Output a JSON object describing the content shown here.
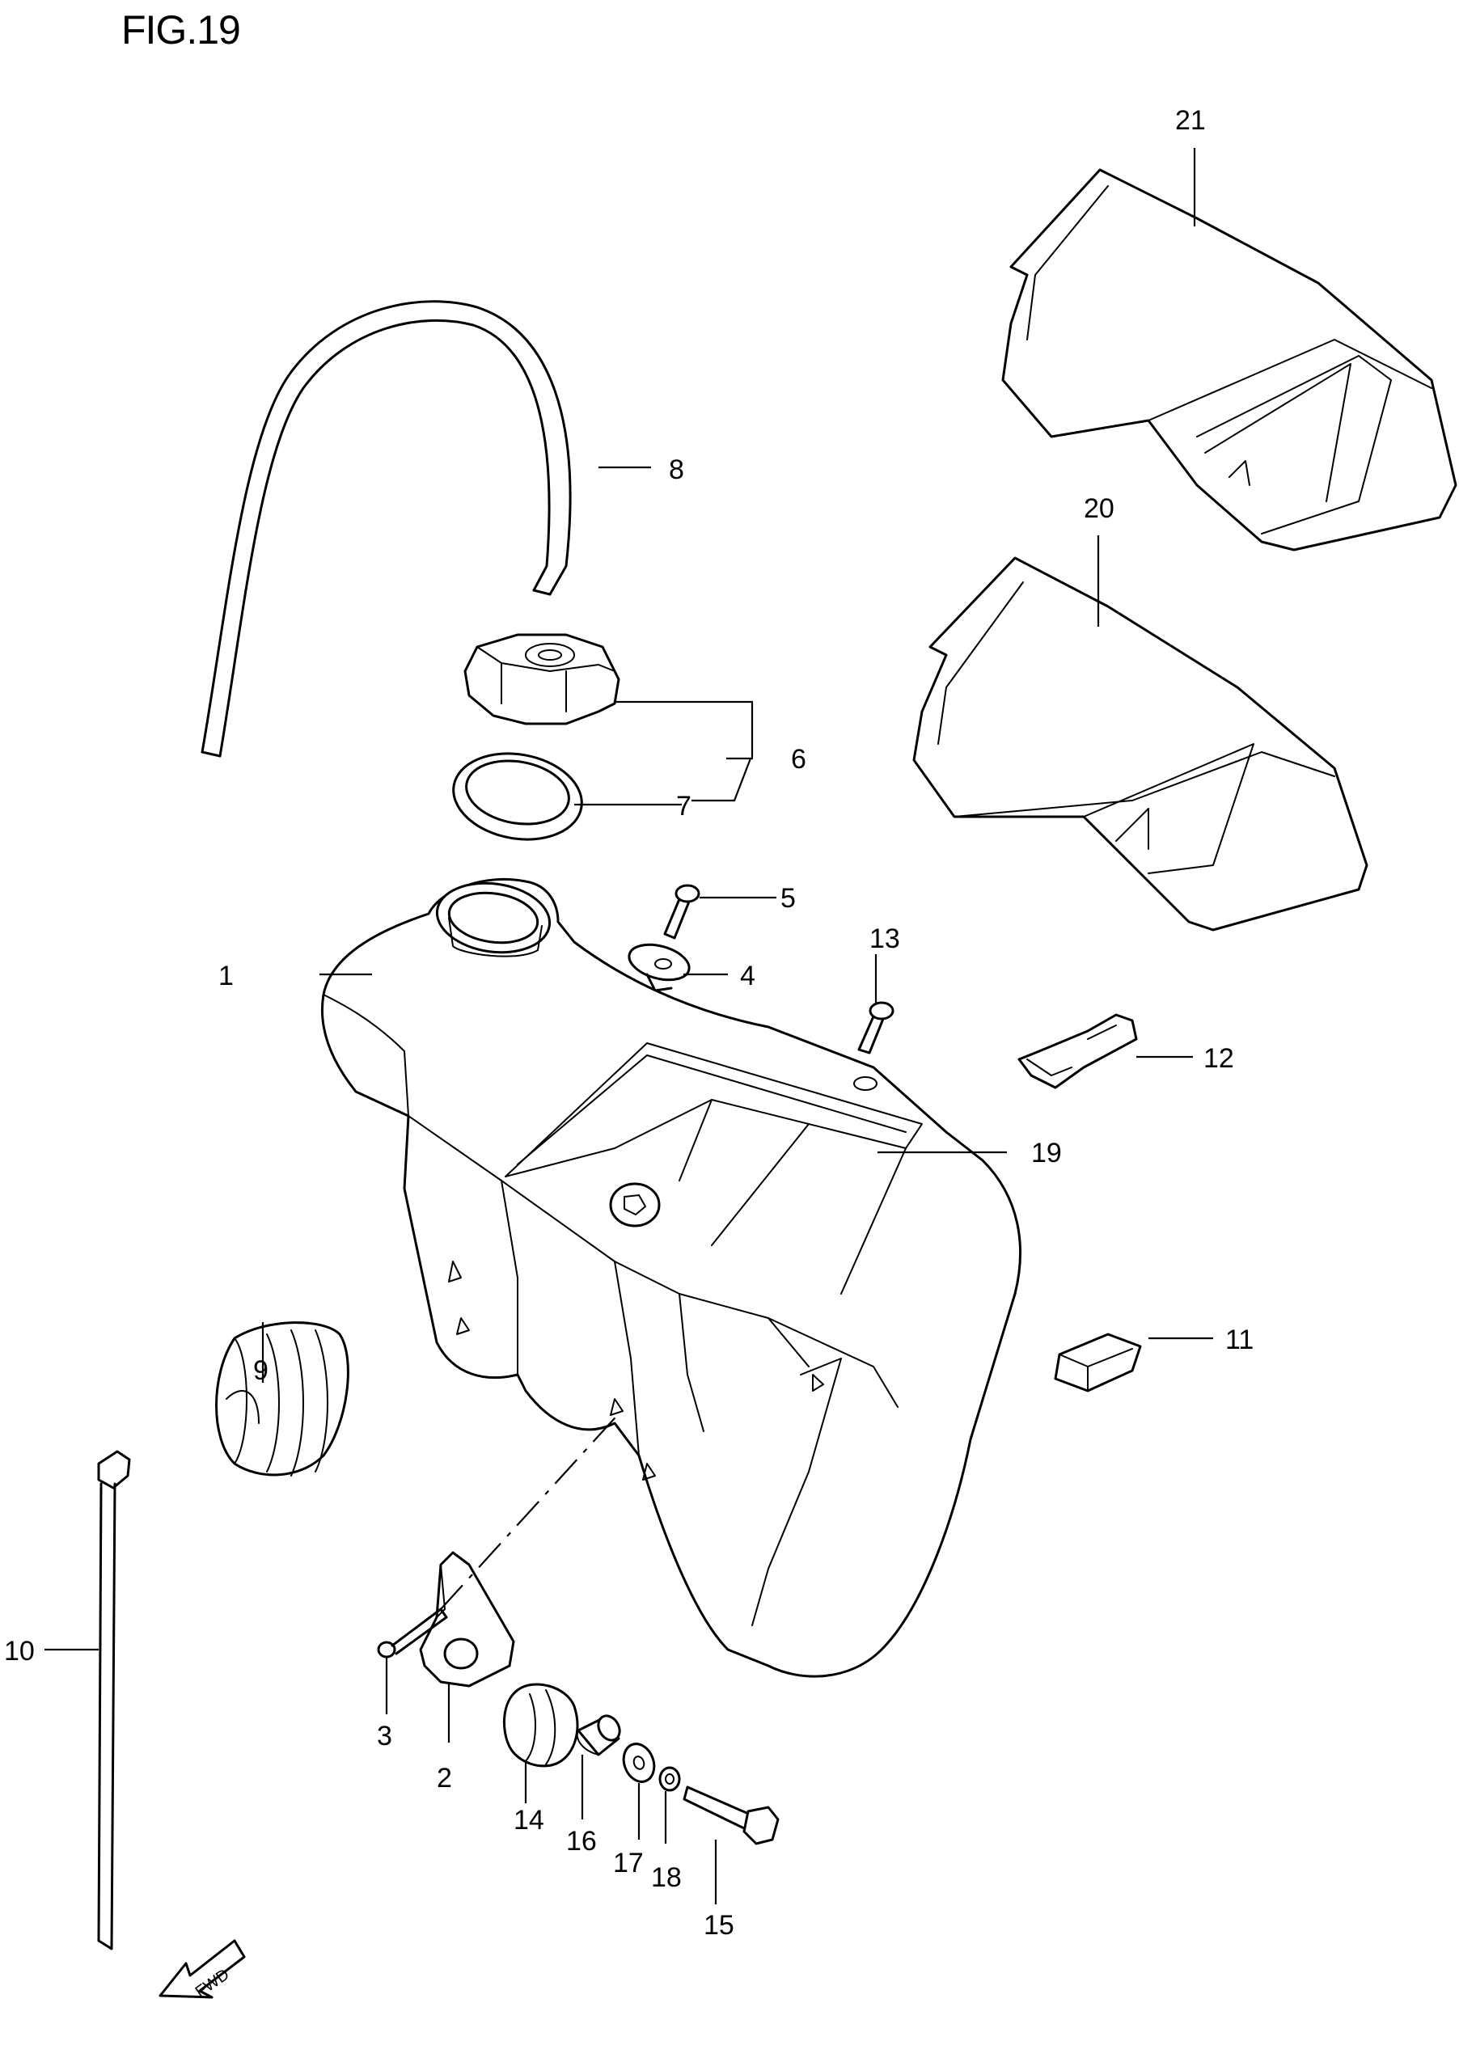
{
  "title": "FIG.19",
  "fwd_label": "FWD",
  "callouts": [
    {
      "id": "c1",
      "label": "1"
    },
    {
      "id": "c2",
      "label": "2"
    },
    {
      "id": "c3",
      "label": "3"
    },
    {
      "id": "c4",
      "label": "4"
    },
    {
      "id": "c5",
      "label": "5"
    },
    {
      "id": "c6",
      "label": "6"
    },
    {
      "id": "c7",
      "label": "7"
    },
    {
      "id": "c8",
      "label": "8"
    },
    {
      "id": "c9",
      "label": "9"
    },
    {
      "id": "c10",
      "label": "10"
    },
    {
      "id": "c11",
      "label": "11"
    },
    {
      "id": "c12",
      "label": "12"
    },
    {
      "id": "c13",
      "label": "13"
    },
    {
      "id": "c14",
      "label": "14"
    },
    {
      "id": "c15",
      "label": "15"
    },
    {
      "id": "c16",
      "label": "16"
    },
    {
      "id": "c17",
      "label": "17"
    },
    {
      "id": "c18",
      "label": "18"
    },
    {
      "id": "c19",
      "label": "19"
    },
    {
      "id": "c20",
      "label": "20"
    },
    {
      "id": "c21",
      "label": "21"
    }
  ]
}
